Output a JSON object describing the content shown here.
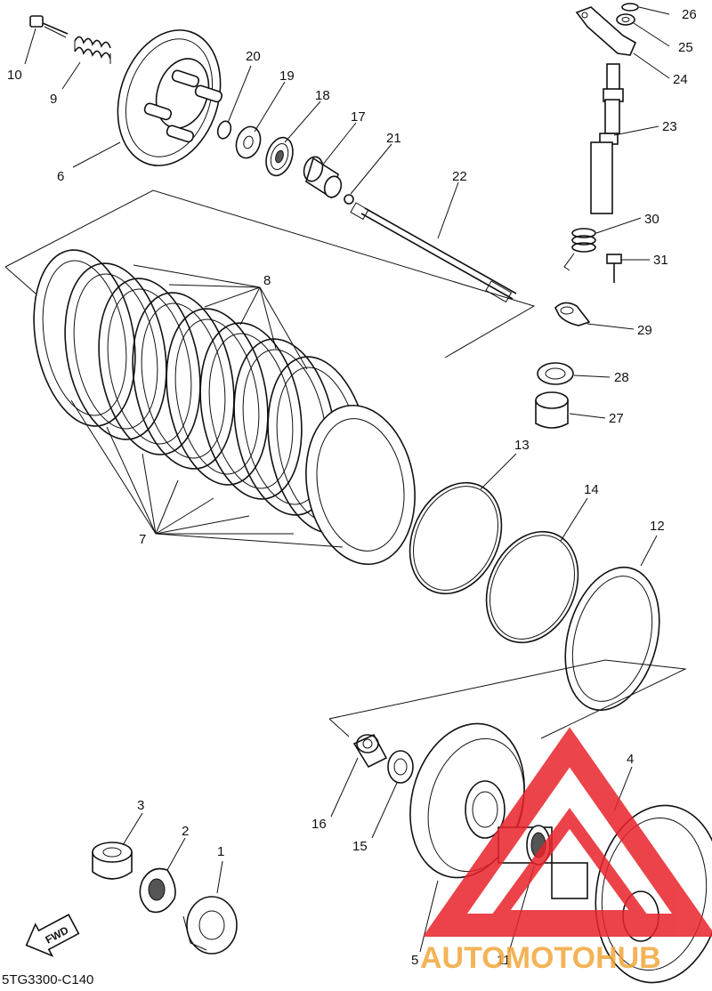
{
  "diagram": {
    "part_code": "5TG3300-C140",
    "fwd_label": "FWD",
    "callouts": [
      {
        "id": "c1",
        "text": "1"
      },
      {
        "id": "c2",
        "text": "2"
      },
      {
        "id": "c3",
        "text": "3"
      },
      {
        "id": "c4",
        "text": "4"
      },
      {
        "id": "c5",
        "text": "5"
      },
      {
        "id": "c6",
        "text": "6"
      },
      {
        "id": "c7",
        "text": "7"
      },
      {
        "id": "c8",
        "text": "8"
      },
      {
        "id": "c9",
        "text": "9"
      },
      {
        "id": "c10",
        "text": "10"
      },
      {
        "id": "c11",
        "text": "11"
      },
      {
        "id": "c12",
        "text": "12"
      },
      {
        "id": "c13",
        "text": "13"
      },
      {
        "id": "c14",
        "text": "14"
      },
      {
        "id": "c15",
        "text": "15"
      },
      {
        "id": "c16",
        "text": "16"
      },
      {
        "id": "c17",
        "text": "17"
      },
      {
        "id": "c18",
        "text": "18"
      },
      {
        "id": "c19",
        "text": "19"
      },
      {
        "id": "c20",
        "text": "20"
      },
      {
        "id": "c21",
        "text": "21"
      },
      {
        "id": "c22",
        "text": "22"
      },
      {
        "id": "c23",
        "text": "23"
      },
      {
        "id": "c24",
        "text": "24"
      },
      {
        "id": "c25",
        "text": "25"
      },
      {
        "id": "c26",
        "text": "26"
      },
      {
        "id": "c27",
        "text": "27"
      },
      {
        "id": "c28",
        "text": "28"
      },
      {
        "id": "c29",
        "text": "29"
      },
      {
        "id": "c30",
        "text": "30"
      },
      {
        "id": "c31",
        "text": "31"
      }
    ]
  },
  "watermark": {
    "text": "AUTOMOTOHUB",
    "text_color": "#f2a63a",
    "logo_color": "#e8232a"
  }
}
